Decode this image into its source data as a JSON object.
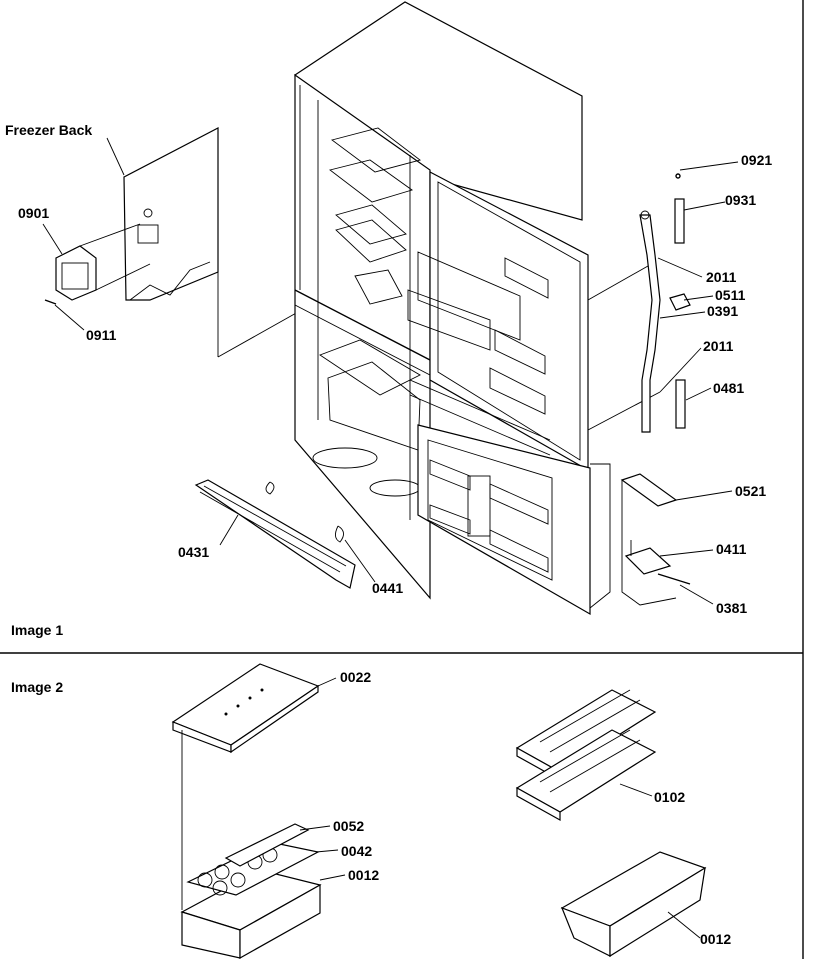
{
  "image1": {
    "section_label": "Image 1",
    "freezer_back_label": "Freezer Back",
    "callouts": [
      "0901",
      "0911",
      "0921",
      "0931",
      "2011",
      "0511",
      "0391",
      "2011",
      "0481",
      "0521",
      "0411",
      "0381",
      "0431",
      "0441"
    ]
  },
  "image2": {
    "section_label": "Image 2",
    "callouts": [
      "0022",
      "0052",
      "0042",
      "0012",
      "0102",
      "0012"
    ]
  }
}
